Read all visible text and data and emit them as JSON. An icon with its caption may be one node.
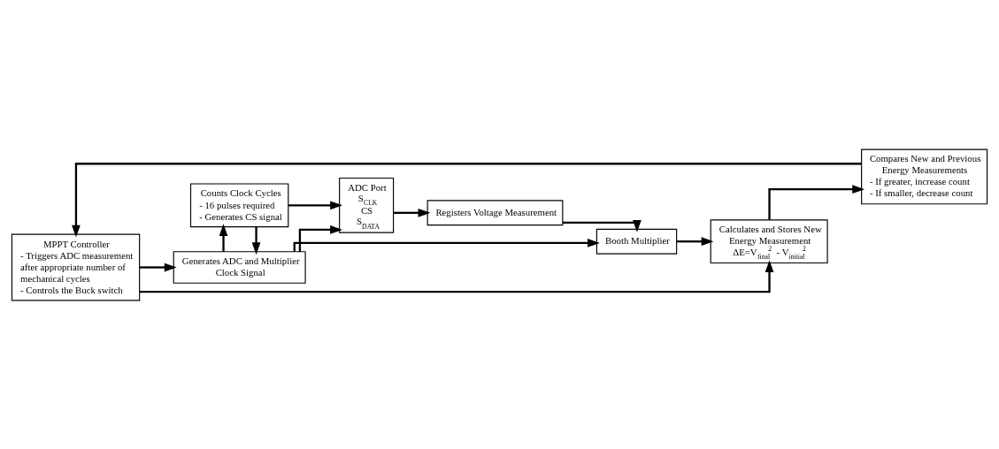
{
  "diagram": {
    "nodes": [
      {
        "text": [
          "MPPT Controller",
          "- Triggers ADC measurement after appropriate number of mechanical cycles",
          "- Controls the Buck switch"
        ]
      },
      {
        "text": [
          "Generates ADC and Multiplier Clock Signal"
        ]
      },
      {
        "text": [
          "Counts Clock Cycles",
          "- 16 pulses required",
          "- Generates CS signal"
        ]
      },
      {
        "text": [
          "ADC Port",
          "S$_{CLK}$",
          "CS",
          "S$_{DATA}$"
        ]
      },
      {
        "text": [
          "Registers Voltage Measurement"
        ]
      },
      {
        "text": [
          "Booth Multiplier"
        ]
      },
      {
        "text": [
          "Calculates and Stores New Energy Measurement",
          "ΔE=V$_{final}$$^{2}$ - V$_{initial}$$^{2}$"
        ]
      },
      {
        "text": [
          "Compares New and Previous Energy Measurements",
          "- If greater, increase count",
          "- If smaller, decrease count"
        ]
      }
    ],
    "edges": [
      {
        "from": 0,
        "to": 1,
        "arrow": "to"
      },
      {
        "from": 1,
        "to": 2,
        "arrow": "to"
      },
      {
        "from": 2,
        "to": 1,
        "arrow": "to"
      },
      {
        "from": 1,
        "to": 3,
        "arrow": "to"
      },
      {
        "from": 2,
        "to": 3,
        "arrow": "to"
      },
      {
        "from": 3,
        "to": 4,
        "arrow": "to"
      },
      {
        "from": 1,
        "to": 5,
        "arrow": "to"
      },
      {
        "from": 4,
        "to": 5,
        "arrow": "to"
      },
      {
        "from": 5,
        "to": 6,
        "arrow": "to"
      },
      {
        "from": 0,
        "to": 6,
        "arrow": "to"
      },
      {
        "from": 6,
        "to": 7,
        "arrow": "to"
      },
      {
        "from": 7,
        "to": 0,
        "arrow": "to"
      }
    ]
  }
}
